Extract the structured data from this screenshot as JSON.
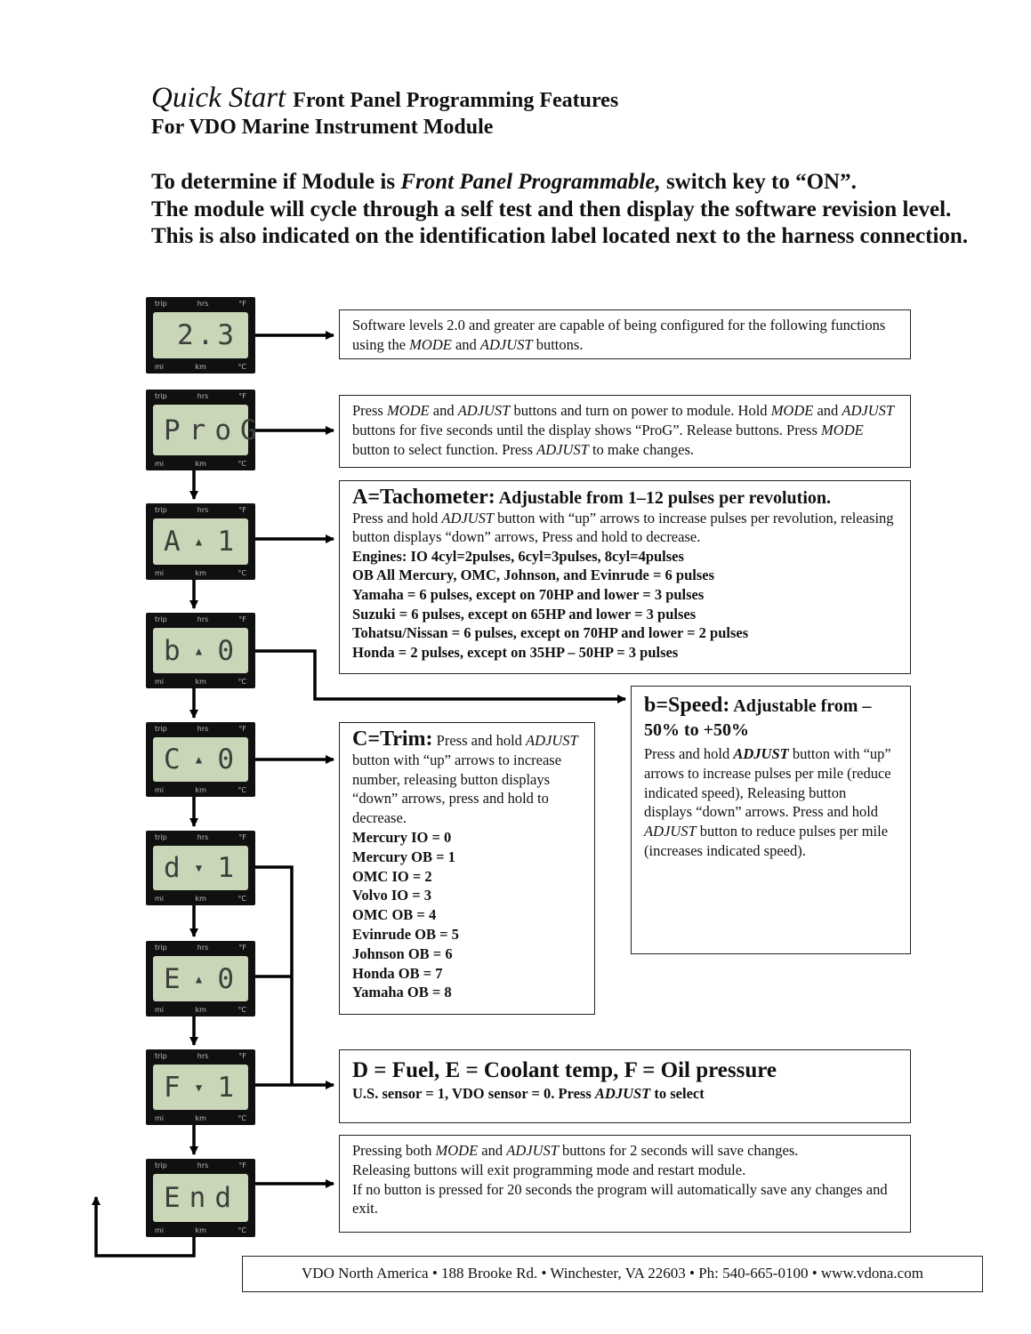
{
  "header": {
    "quick_start": "Quick Start",
    "title_rest": "Front Panel Programming Features",
    "subtitle": "For VDO Marine Instrument Module"
  },
  "intro": {
    "line1_a": "To determine if Module is ",
    "line1_b": "Front Panel Programmable,",
    "line1_c": " switch key to “ON”.",
    "line2": "The module will cycle through a self test and then display the software revision level.  This is also indicated on the identification label located next to the harness connection."
  },
  "displays": {
    "top_labels": [
      "trip",
      "hrs",
      "°F"
    ],
    "bottom_labels": [
      "mi",
      "km",
      "°C"
    ],
    "d1": "2.3",
    "d2": "ProG",
    "d3": [
      "A",
      "1"
    ],
    "d4": [
      "b",
      "0"
    ],
    "d5": [
      "C",
      "0"
    ],
    "d6": [
      "d",
      "1"
    ],
    "d7": [
      "E",
      "0"
    ],
    "d8": [
      "F",
      "1"
    ],
    "d9": "End"
  },
  "box1": {
    "t1": "Software levels 2.0 and greater are capable of being configured for the following functions using the ",
    "mode": "MODE",
    "and": " and ",
    "adjust": "ADJUST",
    "t2": " buttons."
  },
  "box2": {
    "t1": "Press ",
    "mode": "MODE",
    "t2": " and ",
    "adjust": "ADJUST",
    "t3": " buttons and turn on power to module. Hold ",
    "t4": " and ",
    "t5": " buttons for five seconds until the display shows “ProG”.   Release buttons. Press ",
    "t6": " button to select function. Press ",
    "t7": " to make changes."
  },
  "box_tach": {
    "head": "A=Tachometer:",
    "head_rest": " Adjustable from 1–12 pulses per revolution.",
    "t1": "Press and hold ",
    "adjust": "ADJUST",
    "t2": " button with “up” arrows to increase pulses per revolution, releasing button displays “down” arrows, Press and hold to decrease.",
    "lines": [
      "Engines: IO 4cyl=2pulses, 6cyl=3pulses, 8cyl=4pulses",
      "OB All Mercury, OMC, Johnson, and Evinrude = 6 pulses",
      "Yamaha = 6 pulses, except on 70HP and lower = 3 pulses",
      "Suzuki = 6 pulses, except on 65HP and lower = 3 pulses",
      "Tohatsu/Nissan = 6 pulses, except on 70HP and lower = 2 pulses",
      "Honda = 2 pulses, except on 35HP – 50HP = 3 pulses"
    ]
  },
  "box_speed": {
    "head": "b=Speed:",
    "head_rest": " Adjustable from –50% to +50%",
    "t1": "Press and hold ",
    "adjust": "ADJUST",
    "t2": "  button with “up” arrows to increase pulses per mile (reduce indicated speed), Releasing button displays “down” arrows.  Press and hold ",
    "t3": " button to reduce pulses per mile (increases indicated speed)."
  },
  "box_trim": {
    "head": "C=Trim:",
    "t1": " Press and hold ",
    "adjust": "ADJUST",
    "t2": " button with “up” arrows to increase number, releasing button displays “down” arrows, press and hold to decrease.",
    "lines": [
      "Mercury IO = 0",
      "Mercury OB = 1",
      "OMC IO = 2",
      "Volvo IO = 3",
      "OMC OB = 4",
      "Evinrude OB = 5",
      "Johnson OB = 6",
      "Honda OB = 7",
      "Yamaha OB = 8"
    ]
  },
  "box_def": {
    "head": "D = Fuel, E = Coolant temp, F = Oil pressure",
    "t1": "U.S. sensor = 1, VDO sensor = 0. Press ",
    "adjust": "ADJUST",
    "t2": "  to select"
  },
  "box_end": {
    "t1": "Pressing both ",
    "mode": "MODE",
    "t2": " and ",
    "adjust": "ADJUST",
    "t3": "  buttons for 2 seconds will save changes.",
    "t4": "Releasing buttons will exit programming mode and restart module.",
    "t5": "If no button is pressed for 20 seconds the program will automatically save any changes and exit."
  },
  "footer": "VDO North America • 188 Brooke Rd. • Winchester, VA 22603 •  Ph: 540-665-0100 • www.vdona.com"
}
